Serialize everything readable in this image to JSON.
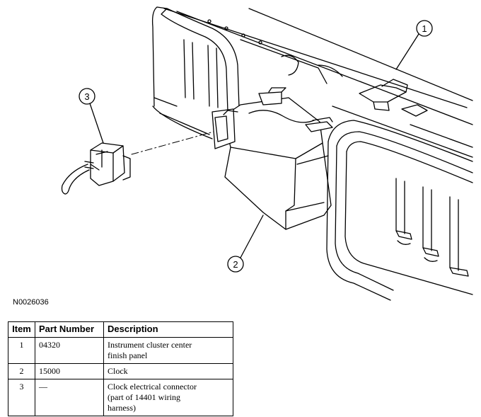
{
  "figure": {
    "id": "N0026036",
    "callouts": [
      "1",
      "2",
      "3"
    ]
  },
  "table": {
    "headers": [
      "Item",
      "Part Number",
      "Description"
    ],
    "rows": [
      {
        "item": "1",
        "part": "04320",
        "desc": [
          "Instrument cluster center",
          "finish panel"
        ]
      },
      {
        "item": "2",
        "part": "15000",
        "desc": [
          "Clock"
        ]
      },
      {
        "item": "3",
        "part": "—",
        "desc": [
          "Clock electrical connector",
          "(part of 14401 wiring",
          "harness)"
        ]
      }
    ]
  }
}
